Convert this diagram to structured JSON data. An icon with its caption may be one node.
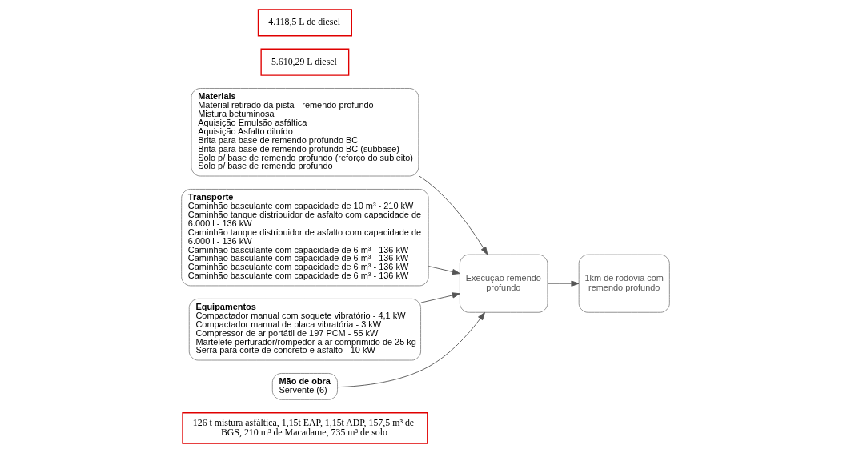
{
  "diagram": {
    "nodes": [
      {
        "text": [
          "126 t mistura asfáltica, 1,15t EAP, 1,15t ADP, 157,5 m³ de BGS, 210 m³ de Macadame, 735 m³ de solo"
        ]
      },
      {
        "text": [
          "Materiais",
          "Material retirado da pista - remendo profundo",
          "Mistura betuminosa",
          "Aquisição Emulsão asfáltica",
          "Aquisição Asfalto diluído",
          "Brita para base de remendo profundo BC",
          "Brita para base de remendo profundo BC (subbase)",
          "Solo p/ base de remendo profundo (reforço do subleito)",
          "Solo p/ base de remendo profundo"
        ]
      },
      {
        "text": [
          "Transporte",
          "Caminhão basculante com capacidade de 10 m³ - 210 kW",
          "Caminhão tanque distribuidor de asfalto com capacidade de 6.000 l - 136 kW",
          "Caminhão tanque distribuidor de asfalto com capacidade de 6.000 l - 136 kW",
          "Caminhão basculante com capacidade de 6 m³ - 136 kW",
          "Caminhão basculante com capacidade de 6 m³ - 136 kW",
          "Caminhão basculante com capacidade de 6 m³ - 136 kW",
          "Caminhão basculante com capacidade de 6 m³ - 136 kW"
        ]
      },
      {
        "text": [
          "5.610,29 L diesel"
        ]
      },
      {
        "text": [
          "Equipamentos",
          "Compactador manual com soquete vibratório - 4,1 kW",
          "Compactador manual de placa vibratória - 3 kW",
          "Compressor de ar portátil de 197 PCM - 55 kW",
          "Martelete perfurador/rompedor a ar comprimido de 25 kg",
          "Serra para corte de concreto e asfalto - 10 kW"
        ]
      },
      {
        "text": [
          "Execução remendo profundo"
        ]
      },
      {
        "text": [
          "1km de rodovia com remendo profundo"
        ]
      },
      {
        "text": [
          "4.118,5 L de diesel"
        ]
      },
      {
        "text": [
          "Mão de obra",
          "Servente (6)"
        ]
      }
    ],
    "edges": [
      {
        "from": 1,
        "to": 5,
        "arrow": "to"
      },
      {
        "from": 2,
        "to": 5,
        "arrow": "to"
      },
      {
        "from": 4,
        "to": 5,
        "arrow": "to"
      },
      {
        "from": 5,
        "to": 6,
        "arrow": "to"
      },
      {
        "from": 8,
        "to": 5,
        "arrow": "to"
      }
    ]
  }
}
